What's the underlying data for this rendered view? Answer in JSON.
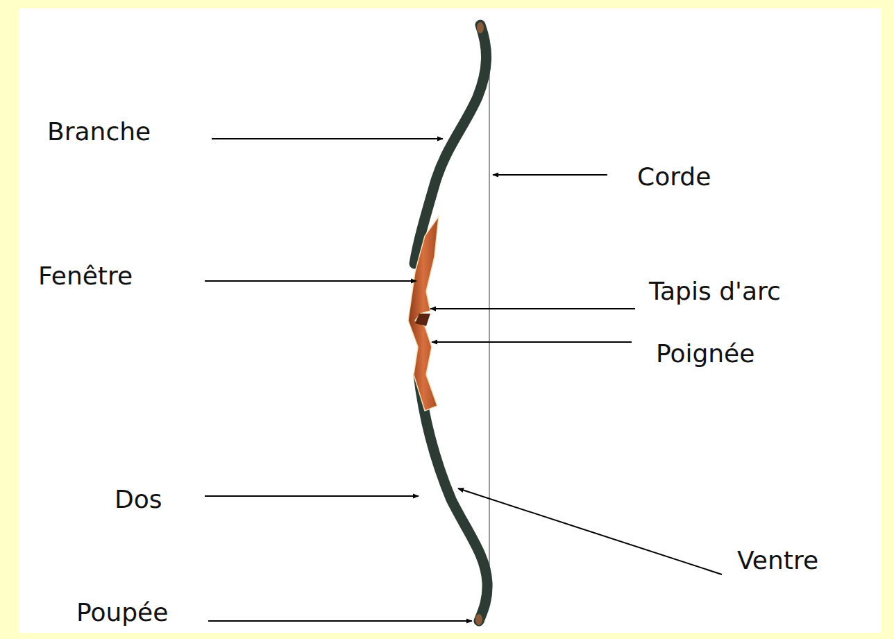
{
  "diagram": {
    "labels": [
      "Branche",
      "Corde",
      "Fenêtre",
      "Tapis d'arc",
      "Poignée",
      "Dos",
      "Ventre",
      "Poupée"
    ]
  }
}
